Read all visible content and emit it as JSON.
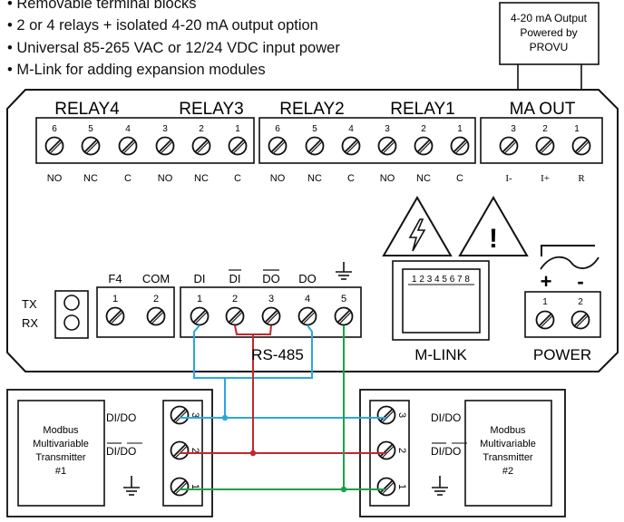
{
  "bullets": [
    "• Removable terminal blocks",
    "• 2 or 4 relays + isolated 4-20 mA output option",
    "• Universal 85-265 VAC or 12/24 VDC input power",
    "• M-Link for adding expansion modules"
  ],
  "callout": {
    "line1": "4-20 mA Output",
    "line2": "Powered by",
    "line3": "PROVU"
  },
  "relay_blocks": [
    {
      "label": "RELAY4",
      "pins": [
        "6",
        "5",
        "4"
      ],
      "terms": [
        "NO",
        "NC",
        "C"
      ]
    },
    {
      "label": "RELAY3",
      "pins": [
        "3",
        "2",
        "1"
      ],
      "terms": [
        "NO",
        "NC",
        "C"
      ]
    },
    {
      "label": "RELAY2",
      "pins": [
        "6",
        "5",
        "4"
      ],
      "terms": [
        "NO",
        "NC",
        "C"
      ]
    },
    {
      "label": "RELAY1",
      "pins": [
        "3",
        "2",
        "1"
      ],
      "terms": [
        "NO",
        "NC",
        "C"
      ]
    }
  ],
  "ma_out": {
    "label": "MA OUT",
    "pins": [
      "3",
      "2",
      "1"
    ],
    "terms": [
      "I-",
      "I+",
      "R"
    ]
  },
  "txrx": {
    "tx": "TX",
    "rx": "RX"
  },
  "serial_labels": [
    "F4",
    "COM",
    "DI",
    "DI",
    "DO",
    "DO"
  ],
  "serial_pins": [
    "1",
    "2",
    "1",
    "2",
    "3",
    "4",
    "5"
  ],
  "rs485": "RS-485",
  "mlink": {
    "label": "M-LINK",
    "pins": "1 2 3 4 5 6 7 8",
    "warning": "!"
  },
  "power": {
    "label": "POWER",
    "plus": "+",
    "minus": "-",
    "pins": [
      "1",
      "2"
    ]
  },
  "transmitters": [
    {
      "line1": "Modbus",
      "line2": "Multivariable",
      "line3": "Transmitter",
      "line4": "#1"
    },
    {
      "line1": "Modbus",
      "line2": "Multivariable",
      "line3": "Transmitter",
      "line4": "#2"
    }
  ],
  "tx_terms": {
    "a": "DI/DO",
    "b": "DI/DO",
    "pins": [
      "3",
      "2",
      "1"
    ]
  },
  "wire_colors": {
    "blue": "#29a8e0",
    "red": "#c1272d",
    "green": "#1aa24a"
  }
}
